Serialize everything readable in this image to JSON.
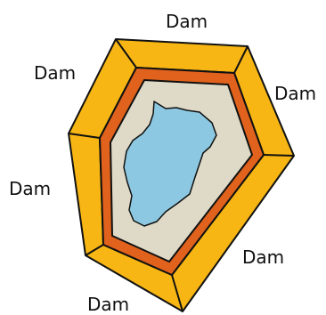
{
  "labels": {
    "top": "Dam",
    "upper_left": "Dam",
    "upper_right": "Dam",
    "left": "Dam",
    "lower_right": "Dam",
    "bottom": "Dam"
  },
  "colors": {
    "outer_wall": "#F7B614",
    "inner_wall": "#E0621C",
    "embankment": "#DEDAC7",
    "water": "#8CC8E2",
    "outline": "#111111"
  }
}
